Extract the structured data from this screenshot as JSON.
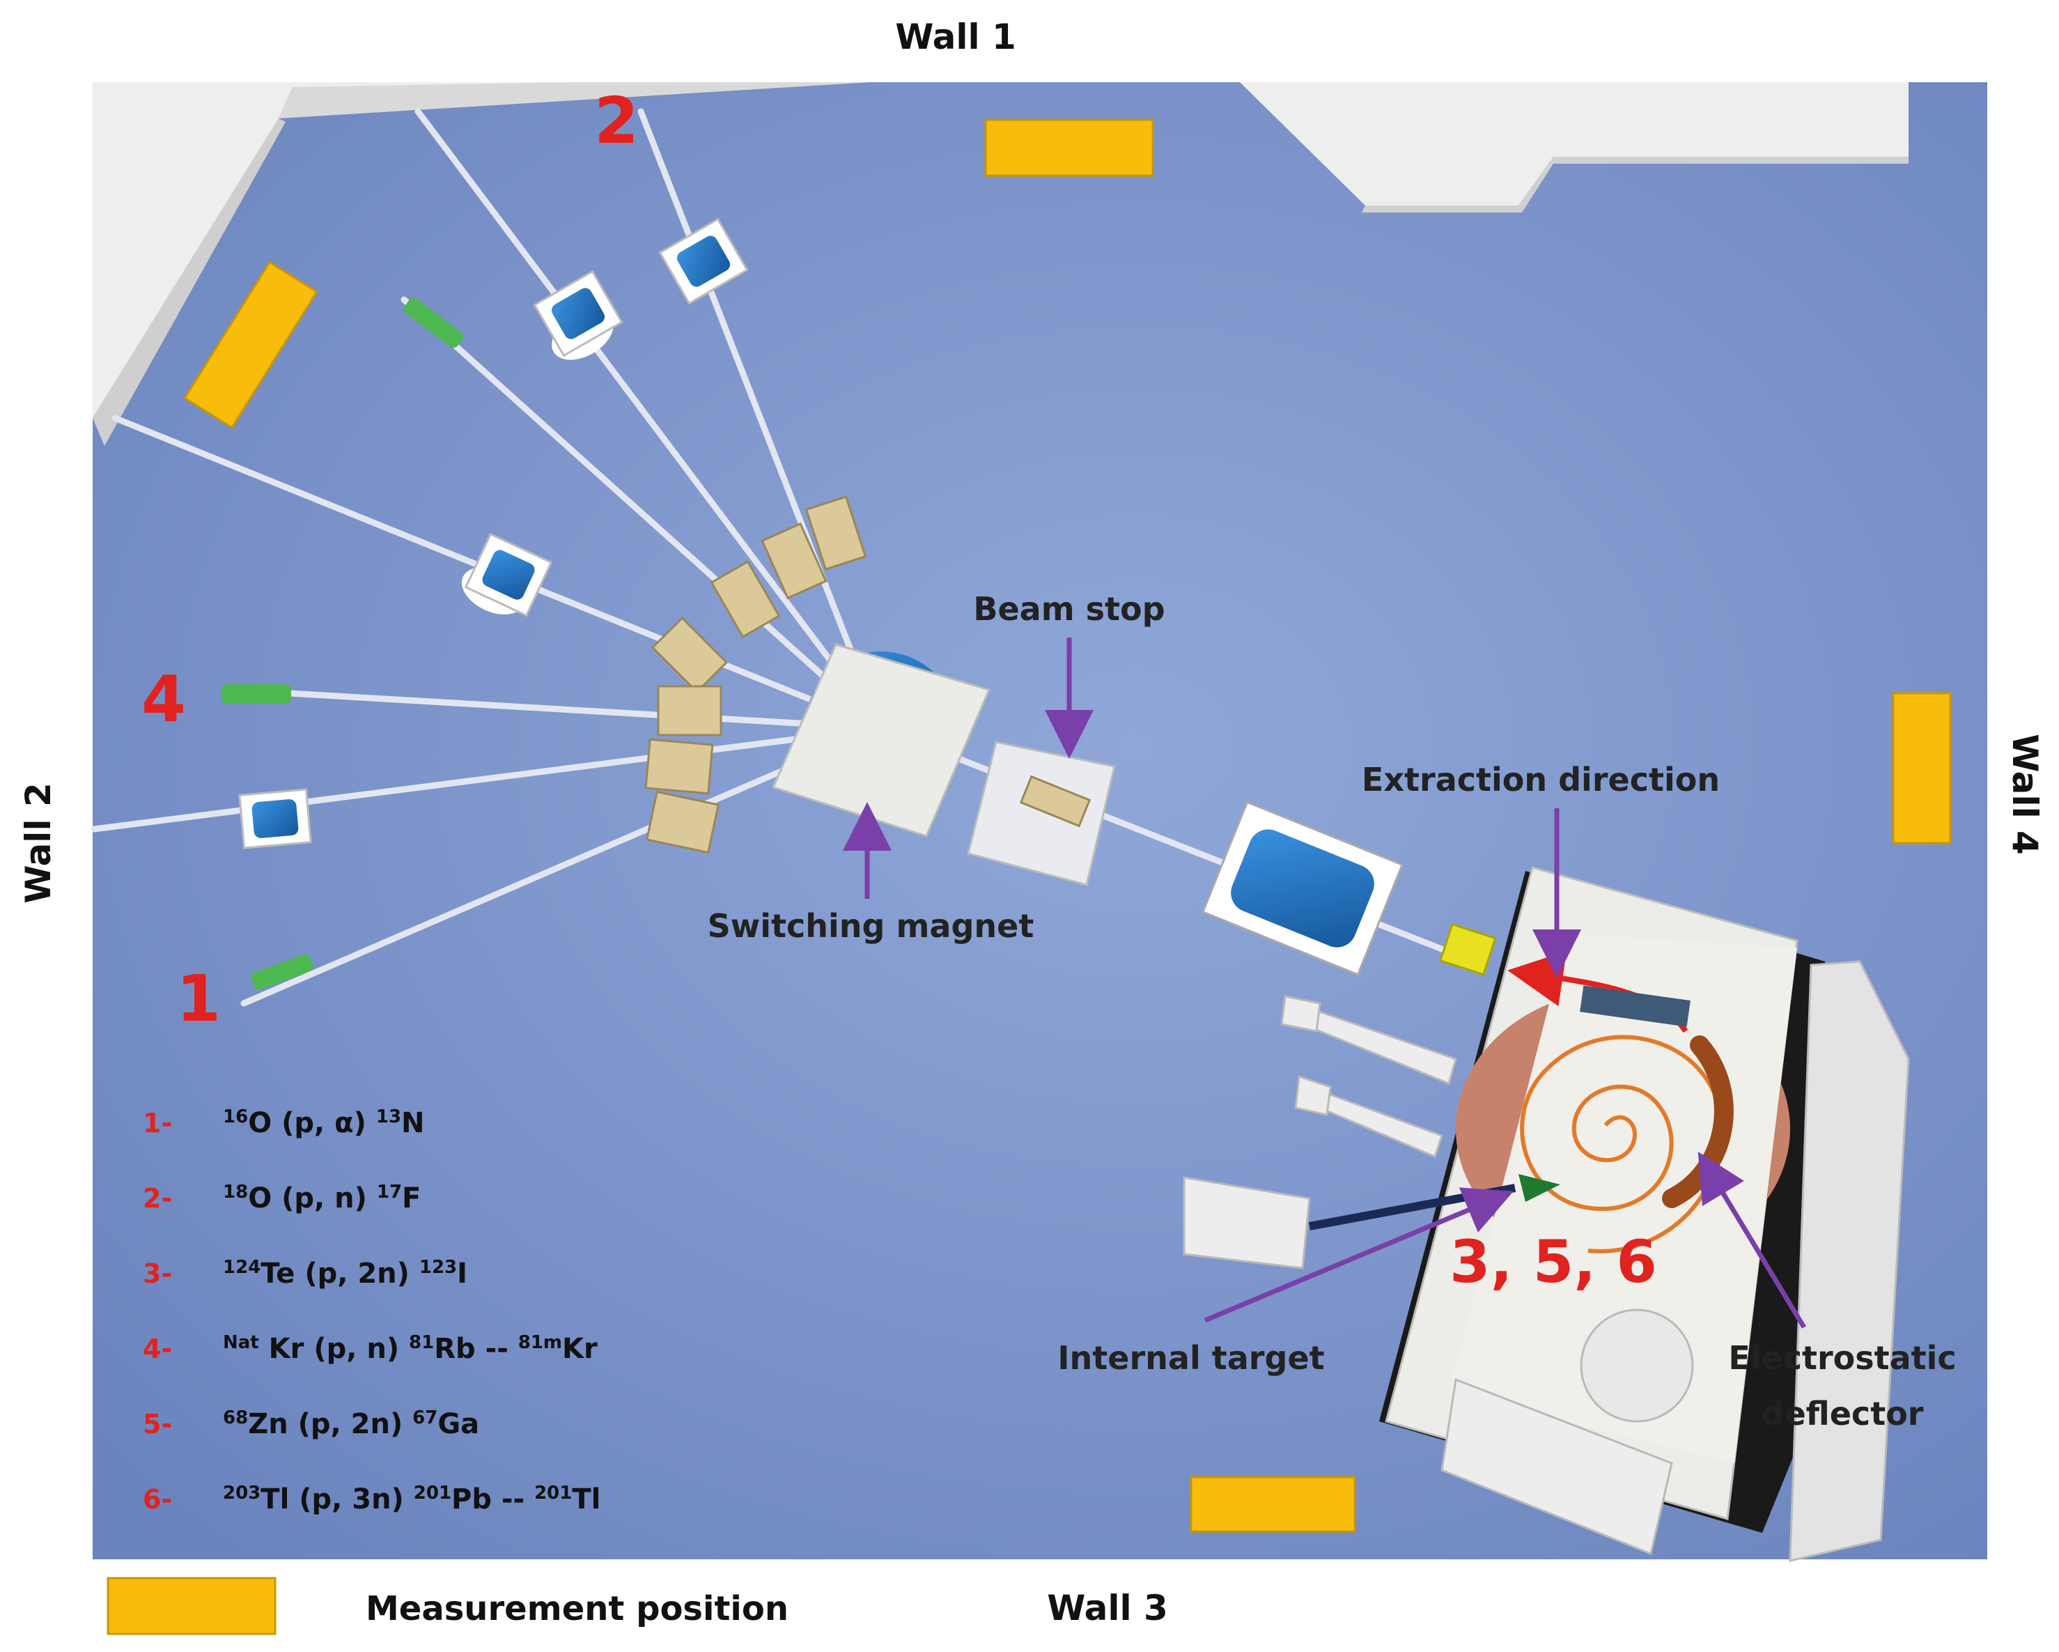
{
  "walls": {
    "wall1": "Wall 1",
    "wall2": "Wall 2",
    "wall3": "Wall 3",
    "wall4": "Wall 4"
  },
  "labels": {
    "beam_stop": "Beam stop",
    "switching_magnet": "Switching magnet",
    "extraction_direction": "Extraction direction",
    "internal_target": "Internal target",
    "electrostatic_deflector_1": "Electrostatic",
    "electrostatic_deflector_2": "deflector"
  },
  "beamline_numbers": {
    "n1": "1",
    "n2": "2",
    "n4": "4",
    "n356": "3, 5, 6"
  },
  "reactions": [
    {
      "num": "1-",
      "target_mass": "16",
      "target": "O",
      "channel": " (p, α) ",
      "product_mass": "13",
      "product": "N",
      "decay_mass": "",
      "decay": ""
    },
    {
      "num": "2-",
      "target_mass": "18",
      "target": "O",
      "channel": " (p, n) ",
      "product_mass": "17",
      "product": "F",
      "decay_mass": "",
      "decay": ""
    },
    {
      "num": "3-",
      "target_mass": "124",
      "target": "Te",
      "channel": " (p, 2n) ",
      "product_mass": "123",
      "product": "I",
      "decay_mass": "",
      "decay": ""
    },
    {
      "num": "4-",
      "target_mass": "Nat",
      "target": " Kr",
      "channel": " (p, n) ",
      "product_mass": "81",
      "product": "Rb -- ",
      "decay_mass": "81m",
      "decay": "Kr"
    },
    {
      "num": "5-",
      "target_mass": "68",
      "target": "Zn",
      "channel": " (p, 2n) ",
      "product_mass": "67",
      "product": "Ga",
      "decay_mass": "",
      "decay": ""
    },
    {
      "num": "6-",
      "target_mass": "203",
      "target": "Tl",
      "channel": " (p, 3n) ",
      "product_mass": "201",
      "product": "Pb -- ",
      "decay_mass": "201",
      "decay": "Tl"
    }
  ],
  "legend": {
    "measurement_position": "Measurement position"
  },
  "colors": {
    "floor": "#7f97cc",
    "wall_block": "#e9e9e9",
    "measurement": "#f8bd0a",
    "magnet_blue": "#1f74c6",
    "label_red": "#e0231f",
    "arrow_purple": "#7a3fa8",
    "nozzle_green": "#4cb84f"
  }
}
